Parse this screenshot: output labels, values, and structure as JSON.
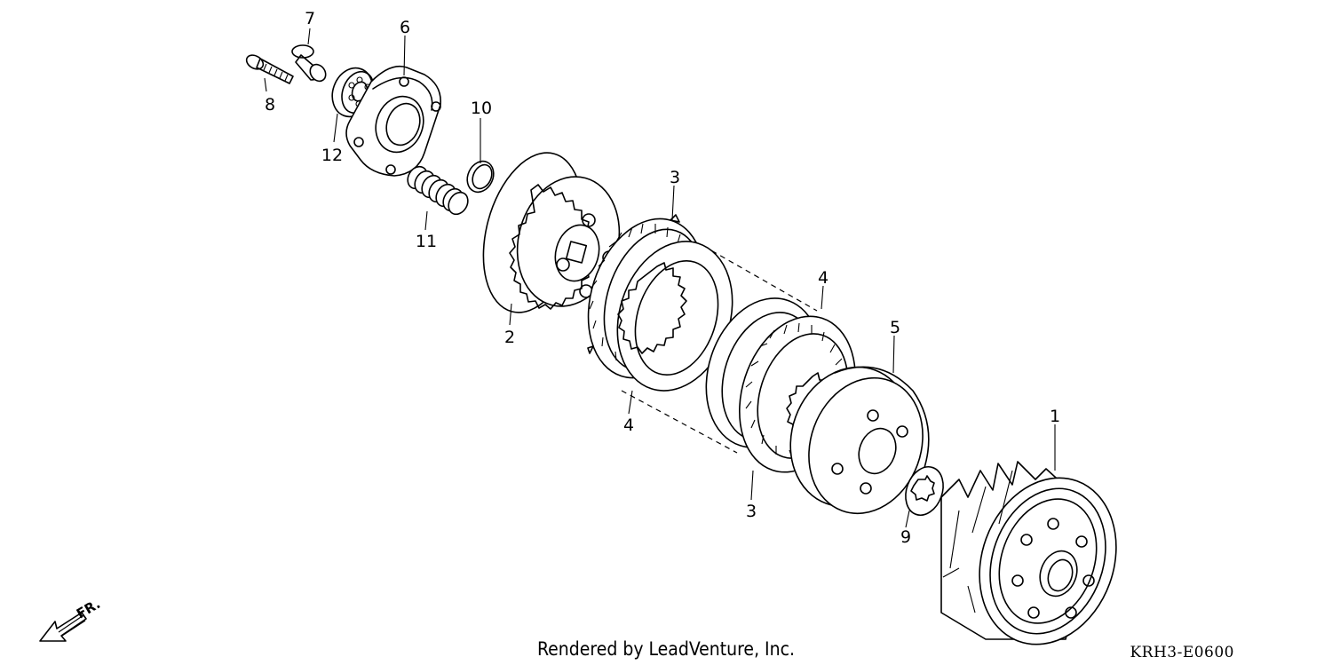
{
  "diagram": {
    "callouts": {
      "c1": "1",
      "c2": "2",
      "c3a": "3",
      "c3b": "3",
      "c4a": "4",
      "c4b": "4",
      "c5": "5",
      "c6": "6",
      "c7": "7",
      "c8": "8",
      "c9": "9",
      "c10": "10",
      "c11": "11",
      "c12": "12"
    },
    "direction_label": "FR.",
    "credit": "Rendered by LeadVenture, Inc.",
    "diagram_code": "KRH3-E0600"
  }
}
